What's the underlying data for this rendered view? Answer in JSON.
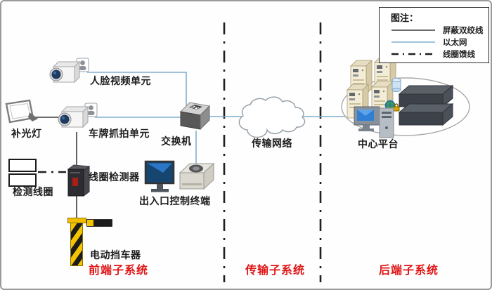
{
  "legend": {
    "title": "图注：",
    "items": [
      {
        "label": "屏蔽双绞线",
        "line_style": "solid-black"
      },
      {
        "label": "以太网",
        "line_style": "solid-blue"
      },
      {
        "label": "线圈馈线",
        "line_style": "dash-dot-black"
      }
    ]
  },
  "nodes": {
    "face_camera": {
      "label": "人脸视频单元"
    },
    "fill_light": {
      "label": "补光灯"
    },
    "plate_camera": {
      "label": "车牌抓拍单元"
    },
    "switch": {
      "label": "交换机"
    },
    "loop_detector": {
      "label": "线圈检测器"
    },
    "detection_loop": {
      "label": "检测线圈"
    },
    "access_terminal": {
      "label": "出入口控制终端"
    },
    "barrier": {
      "label": "电动挡车器"
    },
    "cloud": {
      "label": "传输网络"
    },
    "center_platform": {
      "label": "中心平台"
    }
  },
  "subsystems": {
    "front": {
      "label": "前端子系统"
    },
    "transmission": {
      "label": "传输子系统"
    },
    "backend": {
      "label": "后端子系统"
    }
  },
  "colors": {
    "ethernet": "#7fafcd",
    "twisted_pair": "#3c3c3c",
    "loop_feeder": "#1f1f1f",
    "accent_red": "#e01515"
  }
}
